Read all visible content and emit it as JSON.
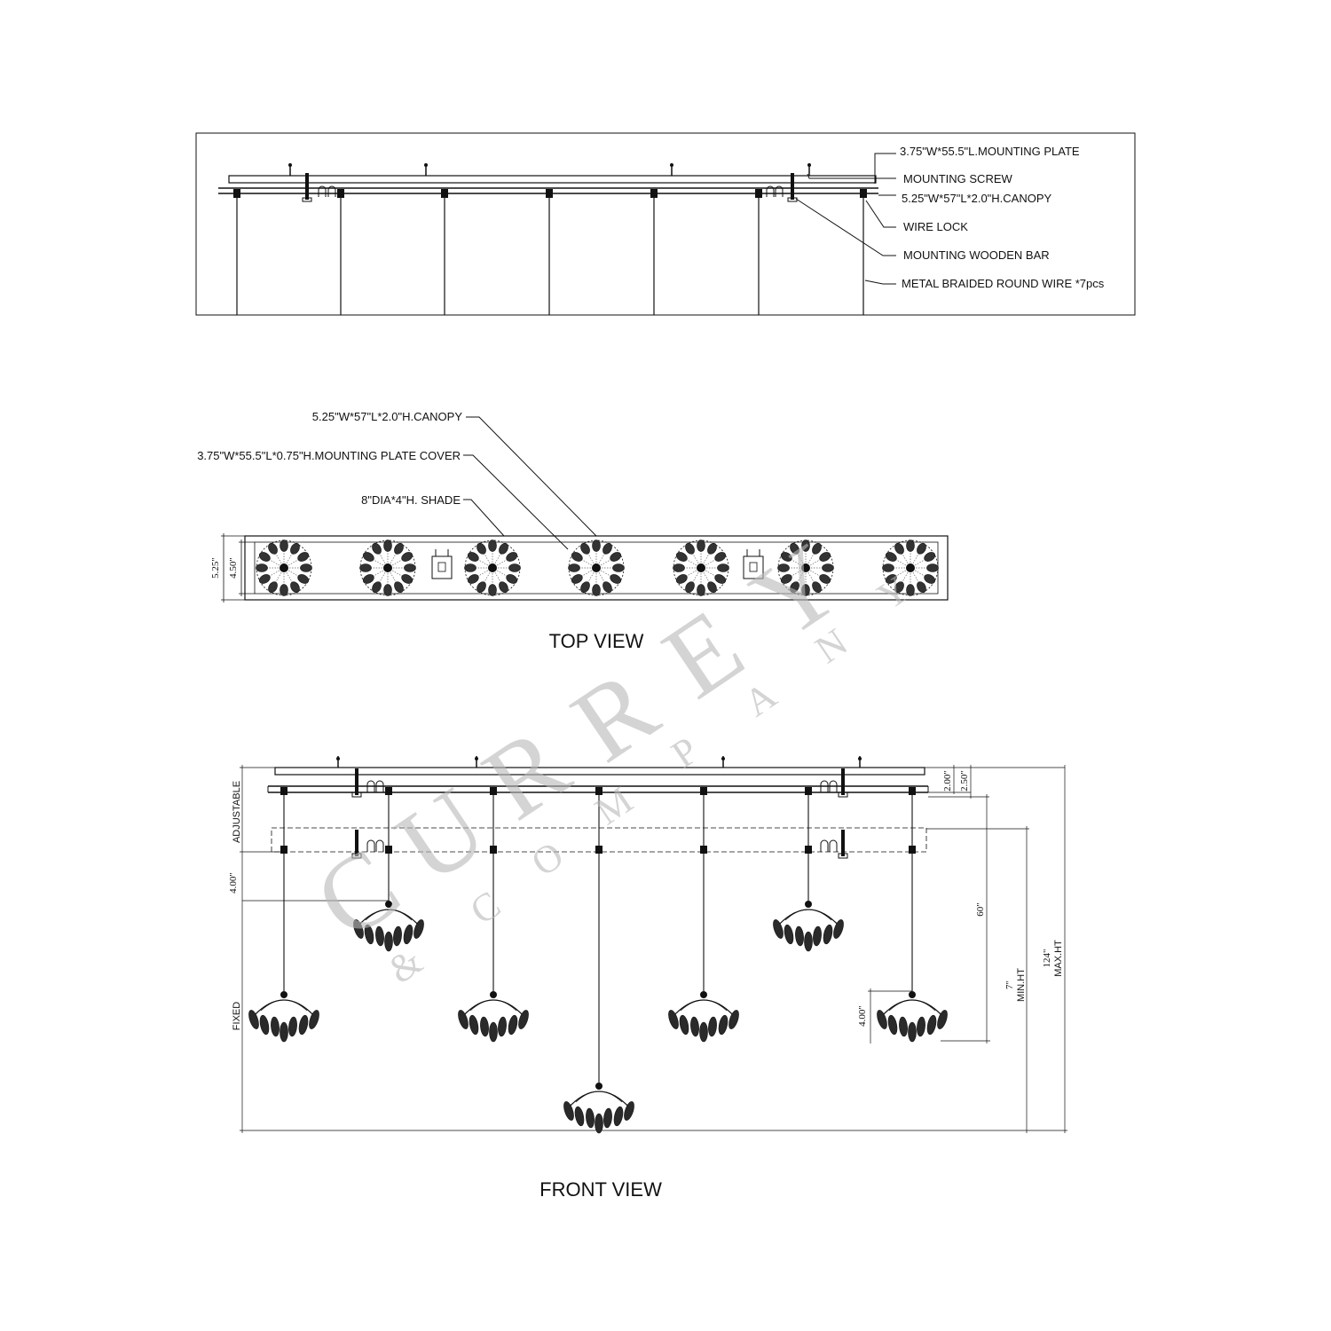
{
  "detail": {
    "callouts": [
      "3.75\"W*55.5\"L.MOUNTING PLATE",
      "MOUNTING SCREW",
      "5.25\"W*57\"L*2.0\"H.CANOPY",
      "WIRE LOCK",
      "MOUNTING  WOODEN BAR",
      "METAL BRAIDED ROUND WIRE *7pcs"
    ]
  },
  "top_view": {
    "title": "TOP VIEW",
    "callouts": [
      "5.25\"W*57\"L*2.0\"H.CANOPY",
      "3.75\"W*55.5\"L*0.75\"H.MOUNTING PLATE COVER",
      "8\"DIA*4\"H. SHADE"
    ],
    "dims": {
      "outer": "5.25\"",
      "inner": "4.50\""
    }
  },
  "front_view": {
    "title": "FRONT VIEW",
    "labels": {
      "adjustable": "ADJUSTABLE",
      "fixed": "FIXED"
    },
    "dims": {
      "canopy_h": "2.00\"",
      "plate_h": "2.50\"",
      "drop_top": "4.00\"",
      "shade_h": "4.00\"",
      "adjust_range": "60\"",
      "min_value": "7\"",
      "min_label": "MIN.HT",
      "max_value": "124\"",
      "max_label": "MAX.HT"
    }
  },
  "watermark": {
    "word": "CURREY",
    "sub": "& COMPANY"
  }
}
